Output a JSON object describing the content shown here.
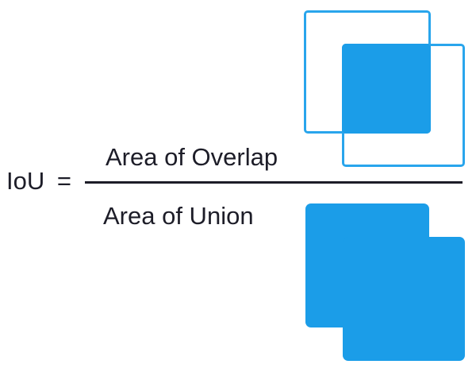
{
  "formula": {
    "lhs": "IoU =",
    "numerator": "Area of Overlap",
    "denominator": "Area of Union"
  },
  "diagrams": {
    "overlap": {
      "description": "two overlapping outlined boxes with intersection region filled"
    },
    "union": {
      "description": "two overlapping boxes merged into one solid filled shape"
    }
  },
  "colors": {
    "blue_fill": "#1B9DE8",
    "blue_stroke": "#29A5EC",
    "text": "#1D1D28",
    "background": "#FFFFFF"
  }
}
